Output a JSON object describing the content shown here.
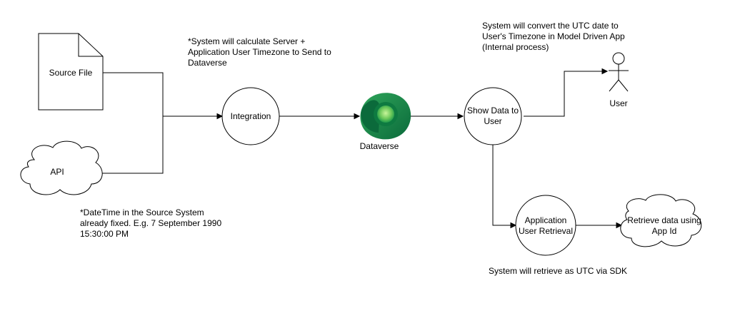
{
  "nodes": {
    "source_file": "Source File",
    "api": "API",
    "integration": "Integration",
    "dataverse": "Dataverse",
    "show_data": [
      "Show Data to",
      "User"
    ],
    "user": "User",
    "app_user_retrieval": [
      "Application",
      "User Retrieval"
    ],
    "retrieve_data": [
      "Retrieve data using",
      "App Id"
    ]
  },
  "notes": {
    "server_timezone": [
      "*System will calculate Server +",
      "Application User Timezone to Send to",
      "Dataverse"
    ],
    "convert_utc": [
      "System will convert the UTC date to",
      "User's Timezone in Model Driven App",
      "(Internal process)"
    ],
    "source_datetime": [
      "*DateTime in the Source System",
      "already fixed. E.g. 7 September 1990",
      "15:30:00 PM"
    ],
    "retrieve_utc": "System will retrieve as UTC via SDK"
  },
  "icons": {
    "dataverse_logo": "dataverse-logo-icon",
    "user_actor": "stick-figure-icon"
  },
  "colors": {
    "dataverse_dark": "#0b6a3b",
    "dataverse_mid": "#1f9a4c",
    "dataverse_light": "#8fd66b"
  }
}
